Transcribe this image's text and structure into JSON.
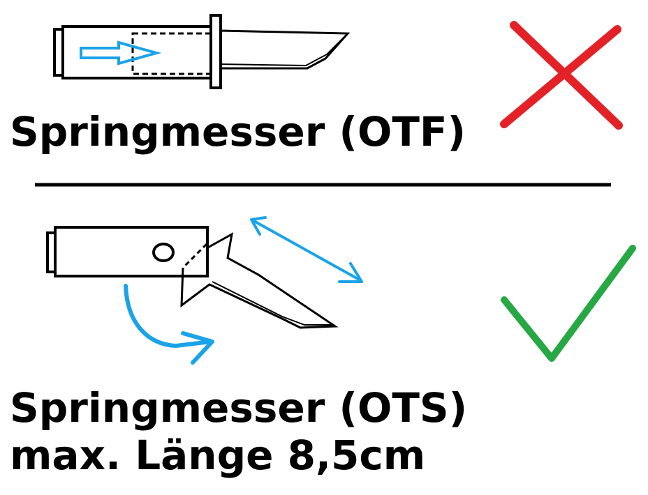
{
  "colors": {
    "ink": "#000000",
    "arrow": "#1aa3e8",
    "cross": "#e32228",
    "check": "#27a844"
  },
  "otf": {
    "label": "Springmesser (OTF)",
    "verdict_icon": "cross-icon"
  },
  "ots": {
    "label": "Springmesser (OTS)",
    "length_note": "max. Länge 8,5cm",
    "verdict_icon": "check-icon"
  }
}
